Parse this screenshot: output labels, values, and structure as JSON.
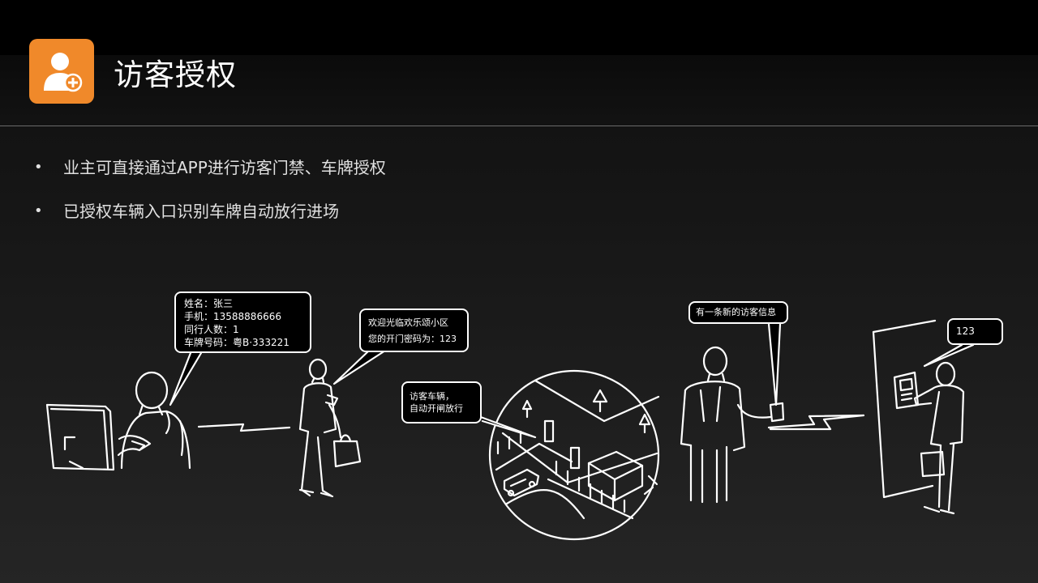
{
  "header": {
    "title": "访客授权",
    "logo_icon": "user-add-icon",
    "logo_color": "#f0892a"
  },
  "bullets": [
    "业主可直接通过APP进行访客门禁、车牌授权",
    "已授权车辆入口识别车牌自动放行进场"
  ],
  "bullet_glyph": "•",
  "illustration": {
    "visitor_info": {
      "name": "姓名：张三",
      "phone": "手机：13588886666",
      "companions": "同行人数：1",
      "plate": "车牌号码：粤B·333221"
    },
    "sms": {
      "welcome": "欢迎光临欢乐颂小区",
      "code": "您的开门密码为：123"
    },
    "gate_note": {
      "line1": "访客车辆，",
      "line2": "自动开闸放行"
    },
    "notification": "有一条新的访客信息",
    "keypad_entry": "123"
  }
}
